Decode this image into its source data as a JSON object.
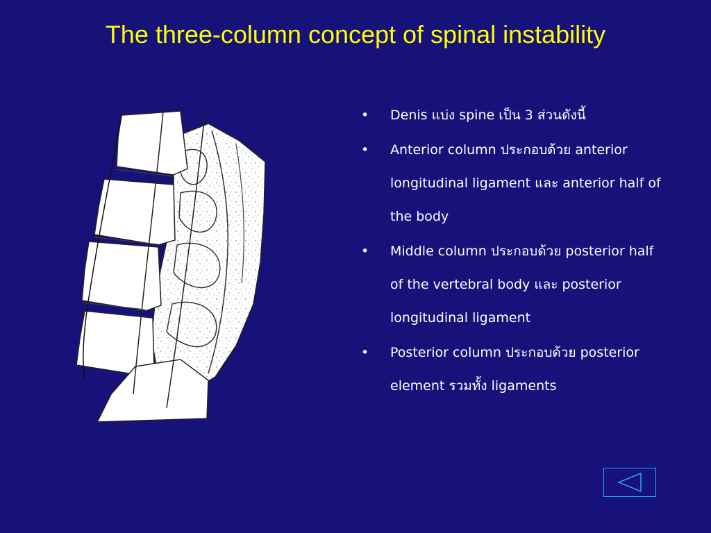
{
  "slide": {
    "title": "The three-column concept of spinal instability",
    "bullet_marker": "•",
    "bullets": [
      "Denis แบ่ง spine เป็น 3 ส่วนดังนี้",
      "Anterior column ประกอบด้วย anterior longitudinal ligament และ anterior half of the body",
      "Middle column ประกอบด้วย posterior half of the vertebral body และ posterior longitudinal ligament",
      "Posterior column ประกอบด้วย posterior element รวมทั้ง ligaments"
    ]
  },
  "figure": {
    "icon": "spine-illustration"
  },
  "navigation": {
    "back_icon": "back-triangle-icon"
  },
  "colors": {
    "background": "#16127a",
    "title": "#ffff00",
    "text": "#ffffff",
    "nav_button_border": "#29a7ff"
  }
}
